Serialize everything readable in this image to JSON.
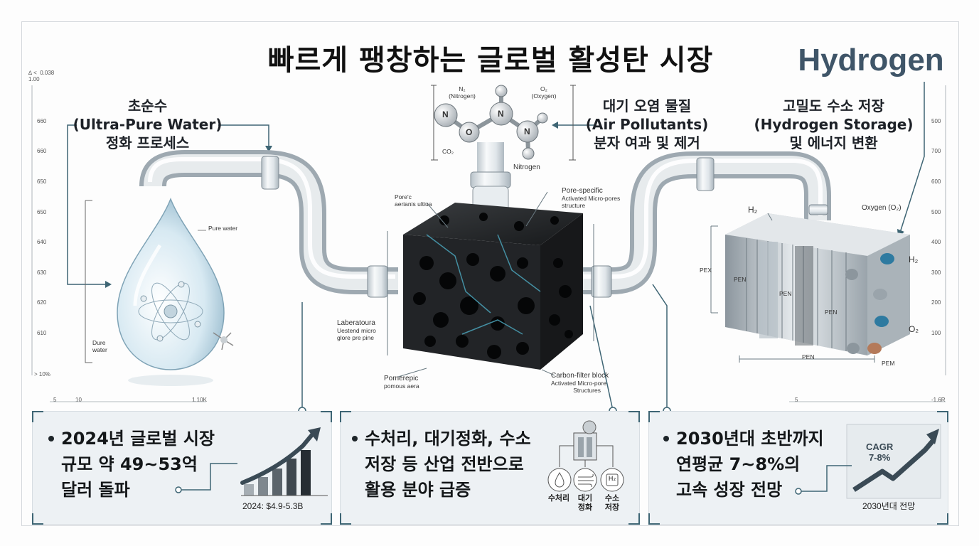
{
  "title": "빠르게 팽창하는 글로벌 활성탄 시장",
  "brand": "Hydrogen",
  "captions": {
    "water": [
      "초순수",
      "(Ultra-Pure Water)",
      "정화 프로세스"
    ],
    "air": [
      "대기 오염 물질",
      "(Air Pollutants)",
      "분자 여과 및 제거"
    ],
    "hydrogen": [
      "고밀도 수소 저장",
      "(Hydrogen Storage)",
      "및 에너지 변환"
    ]
  },
  "molecule": {
    "n2_symbol": "N₂",
    "n2_name": "(Nitrogen)",
    "o2_symbol": "O₂",
    "o2_name": "(Oxygen)",
    "co2": "CO₂",
    "nitrogen": "Nitrogen",
    "atoms": [
      "N",
      "O",
      "N",
      "N"
    ]
  },
  "droplet": {
    "label": "Pure water",
    "bottom_label": [
      "Dure",
      "water"
    ]
  },
  "carbon": {
    "pore_label": [
      "Pore'c",
      "aerianis ultiua"
    ],
    "pore_specific": [
      "Pore-specific",
      "Activated Micro-pores",
      "structure"
    ],
    "laboratory": [
      "Laberatoura",
      "Uestend micro",
      "glore pre pine"
    ],
    "pornerepic": [
      "Pornerepic",
      "pomous aera"
    ],
    "carbon_filter": [
      "Carbon-filter block",
      "Activated Micro-pore",
      "Structures"
    ]
  },
  "fuel_cell": {
    "h2_top": "H₂",
    "oxygen": "Oxygen (O₂)",
    "pex": "PEX",
    "pen_labels": [
      "PEN",
      "PEN",
      "PEN"
    ],
    "h2_right": "H₂",
    "o2_right": "O₂",
    "pen_bottom": "PEN",
    "pem": "PEM"
  },
  "rulers": {
    "left": [
      "∆ <  0.038\n1.00",
      "660",
      "660",
      "650",
      "650",
      "640",
      "630",
      "620",
      "610",
      "> 10%"
    ],
    "bottom_left": [
      "5",
      "10",
      "1.10K"
    ],
    "right": [
      "500",
      "700",
      "600",
      "500",
      "400",
      "300",
      "200",
      "100"
    ],
    "bottom_right": [
      "5",
      "-1.6R"
    ]
  },
  "panels": {
    "market": {
      "lines": [
        "2024년 글로벌 시장",
        "규모 약 49~53억",
        "달러 돌파"
      ],
      "chart_caption": "2024: $4.9-5.3B"
    },
    "applications": {
      "lines": [
        "수처리, 대기정화, 수소",
        "저장 등 산업 전반으로",
        "활용 분야 급증"
      ],
      "icons": [
        {
          "icon": "water-drop-icon",
          "label": "수처리"
        },
        {
          "icon": "wind-icon",
          "label": "대기\n정화"
        },
        {
          "icon": "hydrogen-icon",
          "label": "수소\n저장"
        }
      ],
      "h2_glyph": "H₂"
    },
    "growth": {
      "lines": [
        "2030년대 초반까지",
        "연평균 7~8%의",
        "고속 성장 전망"
      ],
      "cagr": [
        "CAGR",
        "7-8%"
      ],
      "caption": "2030년대 전망"
    }
  },
  "colors": {
    "accent": "#3e6574",
    "panel_bg": "#edf1f4",
    "title": "#111111",
    "brand": "#3f5568"
  }
}
